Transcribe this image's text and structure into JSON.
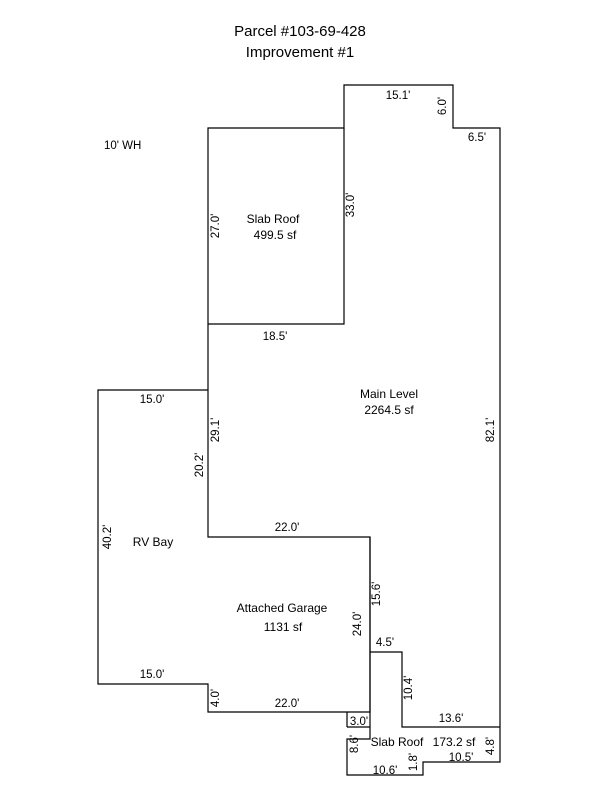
{
  "header": {
    "parcel": "Parcel #103-69-428",
    "improvement": "Improvement #1"
  },
  "notes": {
    "wh": "10' WH"
  },
  "areas": {
    "slab_roof_top": {
      "name": "Slab Roof",
      "area": "499.5 sf"
    },
    "main_level": {
      "name": "Main Level",
      "area": "2264.5 sf"
    },
    "rv_bay": {
      "name": "RV Bay"
    },
    "attached_garage": {
      "name": "Attached Garage",
      "area": "1131 sf"
    },
    "slab_roof_bottom": {
      "name": "Slab Roof",
      "area": "173.2 sf"
    }
  },
  "dimensions": {
    "d_15_1": "15.1'",
    "d_6_0": "6.0'",
    "d_6_5": "6.5'",
    "d_33_0": "33.0'",
    "d_27_0": "27.0'",
    "d_18_5": "18.5'",
    "d_15_0_top": "15.0'",
    "d_29_1": "29.1'",
    "d_20_2": "20.2'",
    "d_82_1": "82.1'",
    "d_22_0_top": "22.0'",
    "d_40_2": "40.2'",
    "d_15_6": "15.6'",
    "d_24_0": "24.0'",
    "d_4_5": "4.5'",
    "d_15_0_bottom": "15.0'",
    "d_10_4": "10.4'",
    "d_4_0": "4.0'",
    "d_22_0_bottom": "22.0'",
    "d_13_6": "13.6'",
    "d_3_0": "3.0'",
    "d_8_6": "8.6'",
    "d_4_8": "4.8'",
    "d_1_8": "1.8'",
    "d_10_5": "10.5'",
    "d_10_6": "10.6'"
  }
}
